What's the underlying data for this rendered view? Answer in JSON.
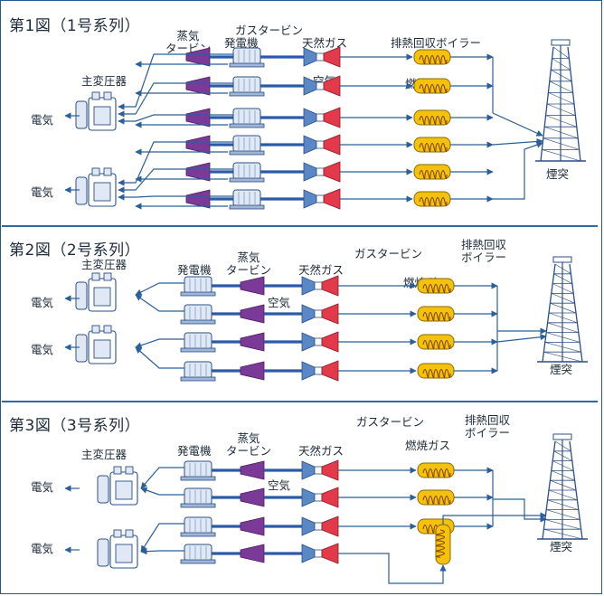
{
  "figures": [
    {
      "title": "第1図（1号系列）",
      "labels": {
        "steam_turbine": "蒸気\nタービン",
        "gas_turbine": "ガスタービン",
        "generator": "発電機",
        "natural_gas": "天然ガス",
        "hrsg": "排熱回収ボイラー",
        "air": "空気",
        "combustion_gas": "燃焼ガス",
        "main_transformer": "主変圧器",
        "electricity_1": "電気",
        "electricity_2": "電気",
        "stack": "煙突"
      }
    },
    {
      "title": "第2図（2号系列）",
      "labels": {
        "main_transformer": "主変圧器",
        "generator": "発電機",
        "steam_turbine": "蒸気\nタービン",
        "natural_gas": "天然ガス",
        "gas_turbine": "ガスタービン",
        "hrsg": "排熱回収\nボイラー",
        "combustion_gas": "燃焼ガス",
        "air": "空気",
        "electricity_1": "電気",
        "electricity_2": "電気",
        "stack": "煙突"
      }
    },
    {
      "title": "第3図（3号系列）",
      "labels": {
        "gas_turbine": "ガスタービン",
        "hrsg": "排熱回収\nボイラー",
        "steam_turbine": "蒸気\nタービン",
        "main_transformer": "主変圧器",
        "generator": "発電機",
        "natural_gas": "天然ガス",
        "combustion_gas": "燃焼ガス",
        "air": "空気",
        "electricity_1": "電気",
        "electricity_2": "電気",
        "stack": "煙突"
      }
    }
  ],
  "colors": {
    "frame": "#1f5a92",
    "flow_line": "#2b5f9a",
    "shaft": "#2a5aa8",
    "steam_turbine": "#7b3a98",
    "gas_compressor": "#5a88c6",
    "gas_turbine_hot": "#e2394b",
    "hrsg_fill": "#f4c20d",
    "generator_fill": "#dfe8f4"
  },
  "icons": [
    "steam-turbine-icon",
    "gas-turbine-icon",
    "generator-icon",
    "transformer-icon",
    "hrsg-icon",
    "stack-tower-icon"
  ]
}
